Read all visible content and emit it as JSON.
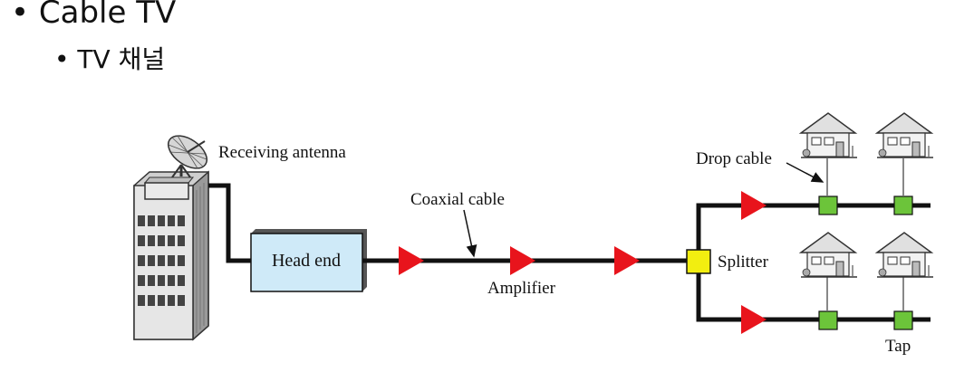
{
  "bullets": {
    "level1": "• Cable TV",
    "level2": "• TV 채널"
  },
  "diagram": {
    "receiving_antenna": "Receiving antenna",
    "head_end": "Head end",
    "coaxial_cable": "Coaxial cable",
    "amplifier": "Amplifier",
    "splitter": "Splitter",
    "drop_cable": "Drop cable",
    "tap": "Tap"
  },
  "colors": {
    "amplifier": "#e8141c",
    "splitter": "#f2ee10",
    "tap": "#6cc43a",
    "head_end_fill": "#cfeaf8",
    "cable": "#111111"
  }
}
